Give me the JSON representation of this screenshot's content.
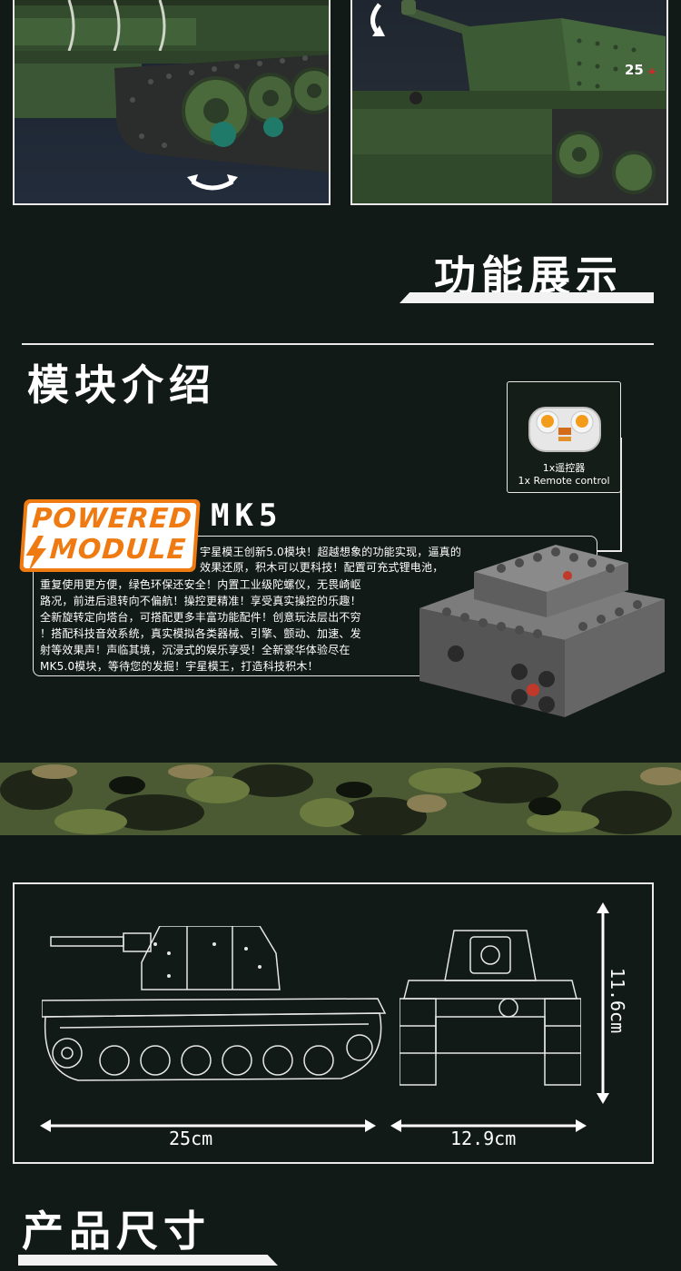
{
  "sections": {
    "feature_title": "功能展示",
    "module_title": "模块介绍",
    "size_title": "产品尺寸"
  },
  "remote": {
    "line1": "1x遥控器",
    "line2": "1x Remote control"
  },
  "module": {
    "badge_line1": "POWERED",
    "badge_line2": "MODULE",
    "model": "MK5",
    "description_lines": [
      "宇星模王创新5.0模块！超越想象的功能实现，逼真的",
      "效果还原，积木可以更科技！配置可充式锂电池，",
      "重复使用更方便，绿色环保还安全！内置工业级陀螺仪，无畏崎岖",
      "路况，前进后退转向不偏航！操控更精准！享受真实操控的乐趣！",
      "全新旋转定向塔台，可搭配更多丰富功能配件！创意玩法层出不穷",
      "！搭配科技音效系统，真实模拟各类器械、引擎、颤动、加速、发",
      "射等效果声！声临其境，沉浸式的娱乐享受！全新豪华体验尽在",
      "MK5.0模块，等待您的发掘！宇星模王，打造科技积木！"
    ]
  },
  "dimensions": {
    "length": "25cm",
    "width": "12.9cm",
    "height": "11.6cm"
  },
  "tank_number": "25",
  "colors": {
    "background": "#111a16",
    "accent_orange": "#f07a12",
    "line": "#e9e9e9"
  }
}
